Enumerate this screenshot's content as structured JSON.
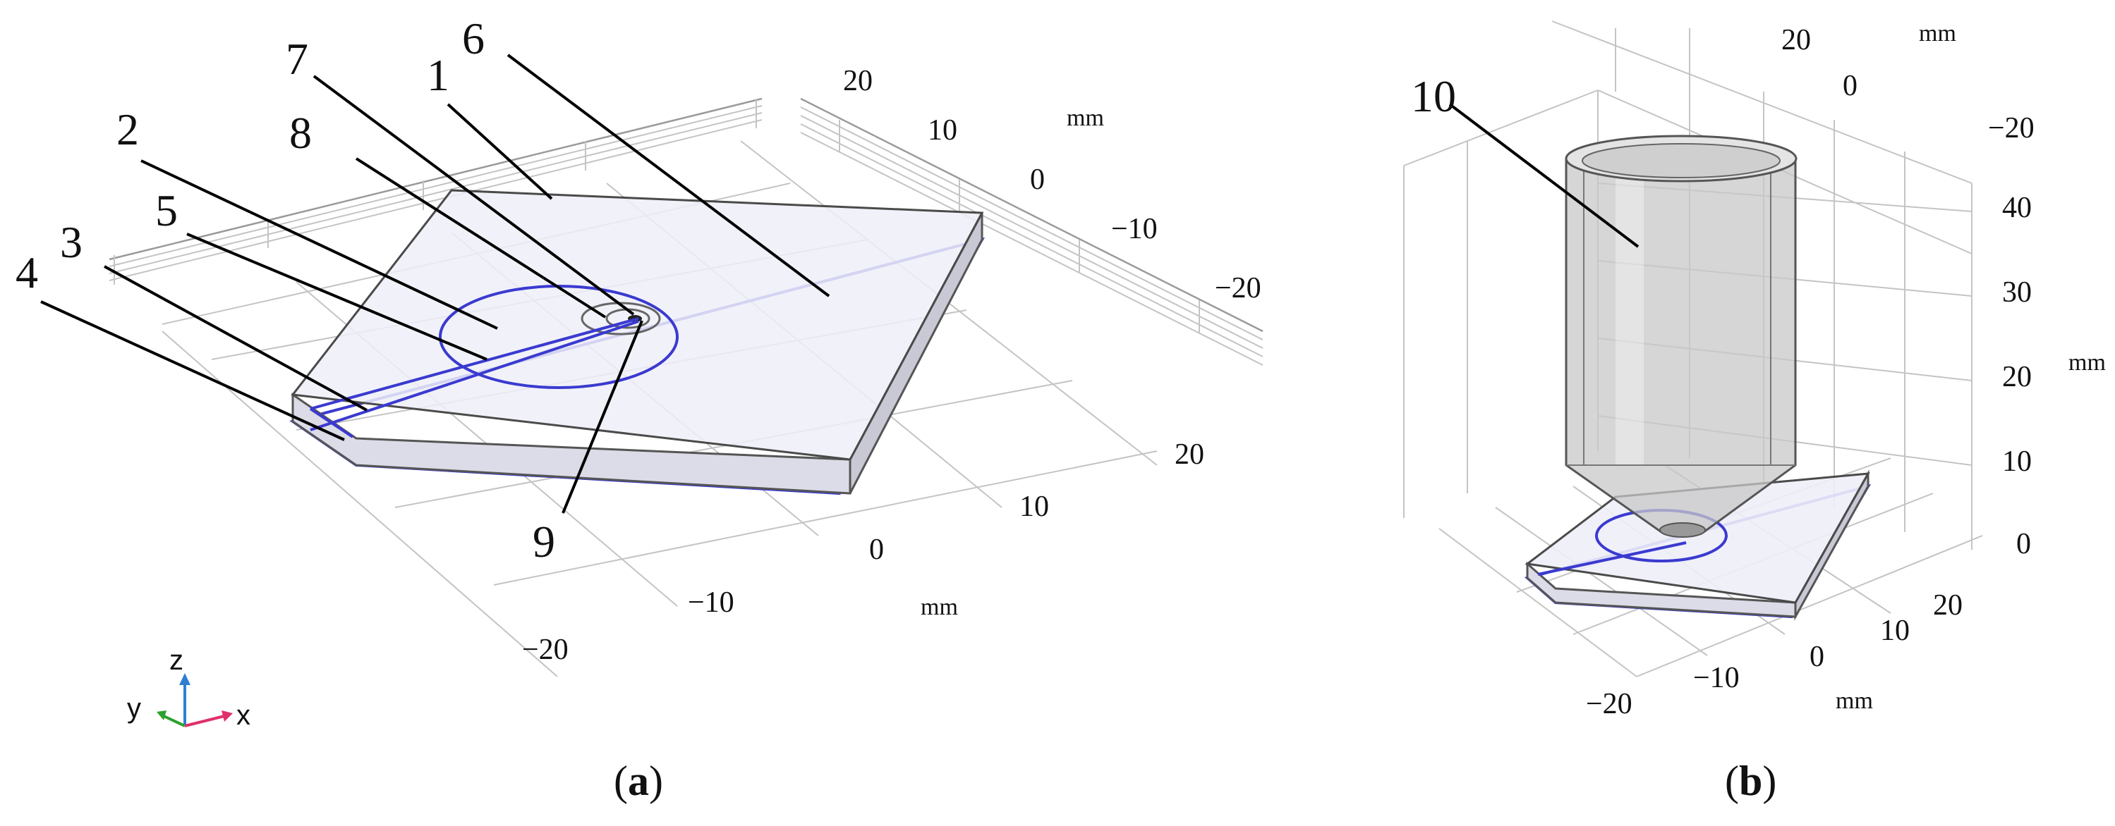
{
  "panel_a": {
    "caption_open": "(",
    "caption_letter": "a",
    "caption_close": ")",
    "callouts": [
      "1",
      "2",
      "3",
      "4",
      "5",
      "6",
      "7",
      "8",
      "9"
    ],
    "x_ticks": [
      "−20",
      "−10",
      "0",
      "10",
      "20"
    ],
    "y_ticks": [
      "20",
      "10",
      "0",
      "−10",
      "−20"
    ],
    "x_unit": "mm",
    "y_unit": "mm",
    "triad": {
      "x": "x",
      "y": "y",
      "z": "z"
    }
  },
  "panel_b": {
    "caption_open": "(",
    "caption_letter": "b",
    "caption_close": ")",
    "callout": "10",
    "top_ticks": [
      "20",
      "0",
      "−20"
    ],
    "top_unit": "mm",
    "z_ticks": [
      "40",
      "30",
      "20",
      "10",
      "0"
    ],
    "z_unit": "mm",
    "bottom_ticks": [
      "20",
      "10",
      "0",
      "−10",
      "−20"
    ],
    "bottom_unit": "mm"
  },
  "colors": {
    "plate_fill": "#eeeef8",
    "plate_side": "#c9c9d6",
    "boundary_blue": "#3a3ad0",
    "cylinder": "#c8c8c8",
    "axis_x": "#e0306a",
    "axis_y": "#2ca02c",
    "axis_z": "#2f7fd0"
  }
}
